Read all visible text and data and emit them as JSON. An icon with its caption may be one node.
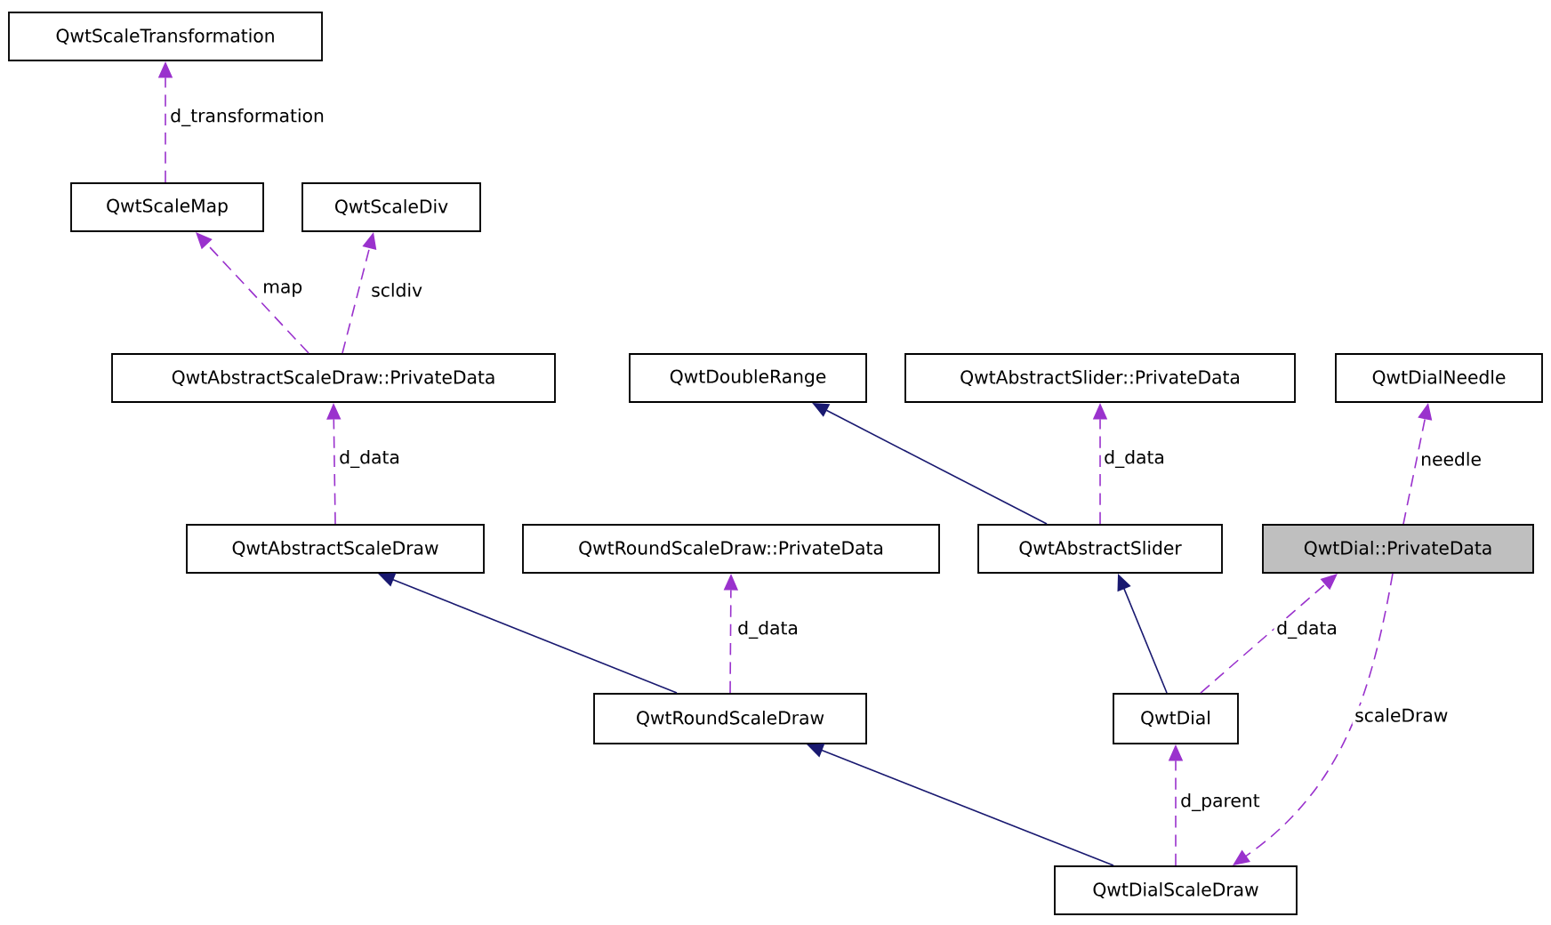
{
  "diagram": {
    "nodes": [
      {
        "text": [
          "QwtScaleTransformation"
        ]
      },
      {
        "text": [
          "QwtScaleMap"
        ]
      },
      {
        "text": [
          "QwtScaleDiv"
        ]
      },
      {
        "text": [
          "QwtAbstractScaleDraw::PrivateData"
        ]
      },
      {
        "text": [
          "QwtDoubleRange"
        ]
      },
      {
        "text": [
          "QwtAbstractSlider::PrivateData"
        ]
      },
      {
        "text": [
          "QwtDialNeedle"
        ]
      },
      {
        "text": [
          "QwtAbstractScaleDraw"
        ]
      },
      {
        "text": [
          "QwtRoundScaleDraw::PrivateData"
        ]
      },
      {
        "text": [
          "QwtAbstractSlider"
        ]
      },
      {
        "text": [
          "QwtDial::PrivateData"
        ]
      },
      {
        "text": [
          "QwtRoundScaleDraw"
        ]
      },
      {
        "text": [
          "QwtDial"
        ]
      },
      {
        "text": [
          "QwtDialScaleDraw"
        ]
      }
    ],
    "edges": [
      {
        "from": 1,
        "to": 0,
        "arrow": "to",
        "label": "d_transformation",
        "style": "dashed"
      },
      {
        "from": 3,
        "to": 1,
        "arrow": "to",
        "label": "map",
        "style": "dashed"
      },
      {
        "from": 3,
        "to": 2,
        "arrow": "to",
        "label": "scldiv",
        "style": "dashed"
      },
      {
        "from": 7,
        "to": 3,
        "arrow": "to",
        "label": "d_data",
        "style": "dashed"
      },
      {
        "from": 9,
        "to": 4,
        "arrow": "to",
        "color": "#191970"
      },
      {
        "from": 9,
        "to": 5,
        "arrow": "to",
        "label": "d_data",
        "style": "dashed"
      },
      {
        "from": 10,
        "to": 6,
        "arrow": "to",
        "label": "needle",
        "style": "dashed"
      },
      {
        "from": 11,
        "to": 7,
        "arrow": "to",
        "color": "#191970"
      },
      {
        "from": 11,
        "to": 8,
        "arrow": "to",
        "label": "d_data",
        "style": "dashed"
      },
      {
        "from": 12,
        "to": 9,
        "arrow": "to",
        "color": "#191970"
      },
      {
        "from": 12,
        "to": 10,
        "arrow": "to",
        "label": "d_data",
        "style": "dashed"
      },
      {
        "from": 13,
        "to": 11,
        "arrow": "to",
        "color": "#191970"
      },
      {
        "from": 13,
        "to": 12,
        "arrow": "to",
        "label": "d_parent",
        "style": "dashed"
      },
      {
        "from": 10,
        "to": 13,
        "arrow": "to",
        "label": "scaleDraw",
        "style": "dashed"
      }
    ]
  }
}
